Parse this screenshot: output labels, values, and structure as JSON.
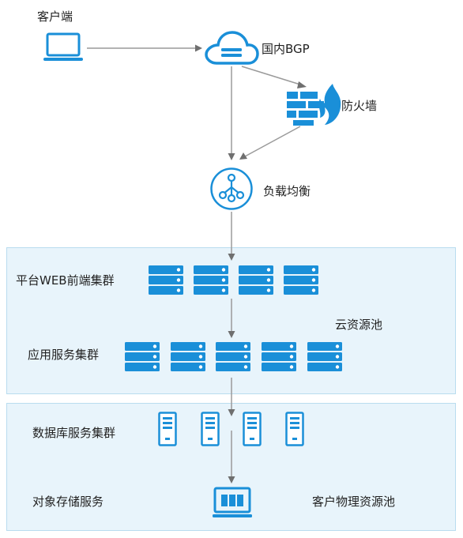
{
  "nodes": {
    "client": "客户端",
    "bgp": "国内BGP",
    "firewall": "防火墙",
    "lb": "负载均衡",
    "web_cluster": "平台WEB前端集群",
    "app_cluster": "应用服务集群",
    "cloud_pool": "云资源池",
    "db_cluster": "数据库服务集群",
    "object_storage": "对象存储服务",
    "physical_pool": "客户物理资源池"
  },
  "colors": {
    "accent": "#1a8fd8",
    "panel_bg": "#e8f4fb",
    "panel_border": "#b9dcef",
    "arrow": "#9a9a9a",
    "arrow_head": "#6f6f6f"
  },
  "icons": {
    "client": "laptop-icon",
    "bgp": "cloud-icon",
    "firewall": "firewall-icon",
    "lb": "load-balancer-icon",
    "server": "server-rack-icon",
    "db_server": "tower-server-icon",
    "storage": "storage-icon"
  }
}
